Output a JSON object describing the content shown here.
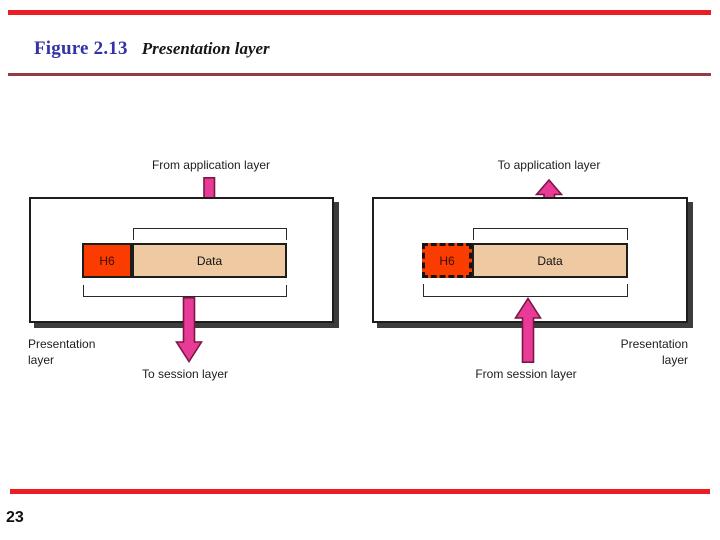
{
  "header": {
    "figure_number": "Figure 2.13",
    "figure_caption": "Presentation layer"
  },
  "left_diagram": {
    "top_label": "From application layer",
    "header_label": "H6",
    "data_label": "Data",
    "bottom_label": "To session layer",
    "layer_label_line1": "Presentation",
    "layer_label_line2": "layer"
  },
  "right_diagram": {
    "top_label": "To application layer",
    "header_label": "H6",
    "data_label": "Data",
    "bottom_label": "From session layer",
    "layer_label_line1": "Presentation",
    "layer_label_line2": "layer"
  },
  "footer": {
    "page_number": "23"
  },
  "colors": {
    "rule_red": "#ec1c24",
    "rule_maroon": "#943b44",
    "figure_number_blue": "#3333a6",
    "h6_fill": "#fb3c00",
    "data_fill": "#eec9a2",
    "arrow_fill": "#e83a97",
    "arrow_stroke": "#7d1742",
    "box_shadow": "#3c3c3c"
  }
}
